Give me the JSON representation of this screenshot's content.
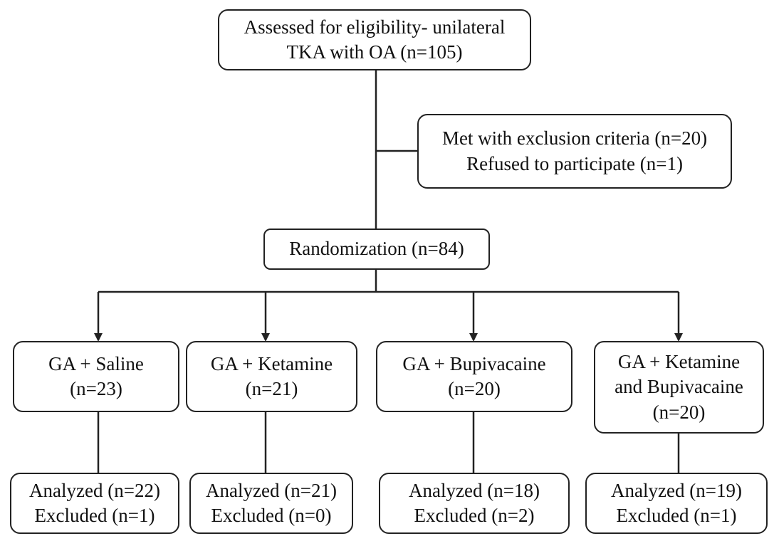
{
  "flowchart": {
    "assessed": {
      "line1": "Assessed for eligibility- unilateral",
      "line2": "TKA with OA (n=105)"
    },
    "exclusion": {
      "line1": "Met with exclusion criteria (n=20)",
      "line2": "Refused to participate (n=1)"
    },
    "randomization": "Randomization (n=84)",
    "groups": [
      {
        "line1": "GA + Saline",
        "line2": "(n=23)",
        "analyzed": "Analyzed (n=22)",
        "excluded": "Excluded (n=1)"
      },
      {
        "line1": "GA + Ketamine",
        "line2": "(n=21)",
        "analyzed": "Analyzed (n=21)",
        "excluded": "Excluded (n=0)"
      },
      {
        "line1": "GA + Bupivacaine",
        "line2": "(n=20)",
        "analyzed": "Analyzed (n=18)",
        "excluded": "Excluded (n=2)"
      },
      {
        "line1": "GA + Ketamine",
        "line2": "and Bupivacaine",
        "line3": "(n=20)",
        "analyzed": "Analyzed (n=19)",
        "excluded": "Excluded (n=1)"
      }
    ]
  }
}
